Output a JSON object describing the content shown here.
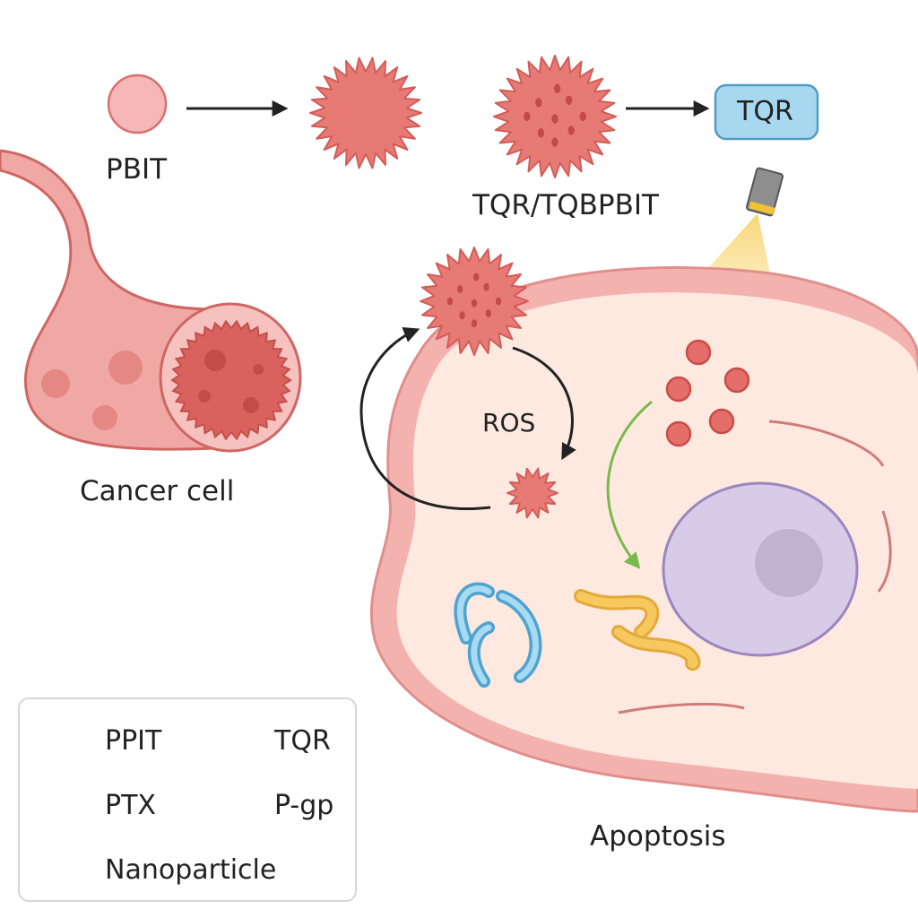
{
  "labels": {
    "pbit": "PBIT",
    "tqr_tqbpbit": "TQR/TQBPBIT",
    "tqr_box": "TQR",
    "cancer_cell": "Cancer cell",
    "ros": "ROS",
    "apoptosis": "Apoptosis"
  },
  "legend": {
    "items": [
      {
        "label": "PPIT",
        "icon": "pink-circle-icon"
      },
      {
        "label": "TQR",
        "icon": "blue-rounded-box-icon"
      },
      {
        "label": "PTX",
        "icon": "spiky-particle-icon"
      },
      {
        "label": "P-gp",
        "icon": "green-capsule-icon"
      },
      {
        "label": "Nanoparticle",
        "icon": "green-oval-icon"
      }
    ]
  },
  "colors": {
    "pink_light": "#f3b6b4",
    "pink_dark": "#d45a58",
    "spiky": "#e2706c",
    "tqr_fill": "#a8d8f0",
    "tqr_stroke": "#4f9cc4",
    "nucleus": "#d7cbe7",
    "cytoplasm": "#fde9df",
    "membrane": "#f2b0ad",
    "light_beam": "#f9d86a",
    "green": "#79b94a",
    "arrow": "#222222"
  }
}
